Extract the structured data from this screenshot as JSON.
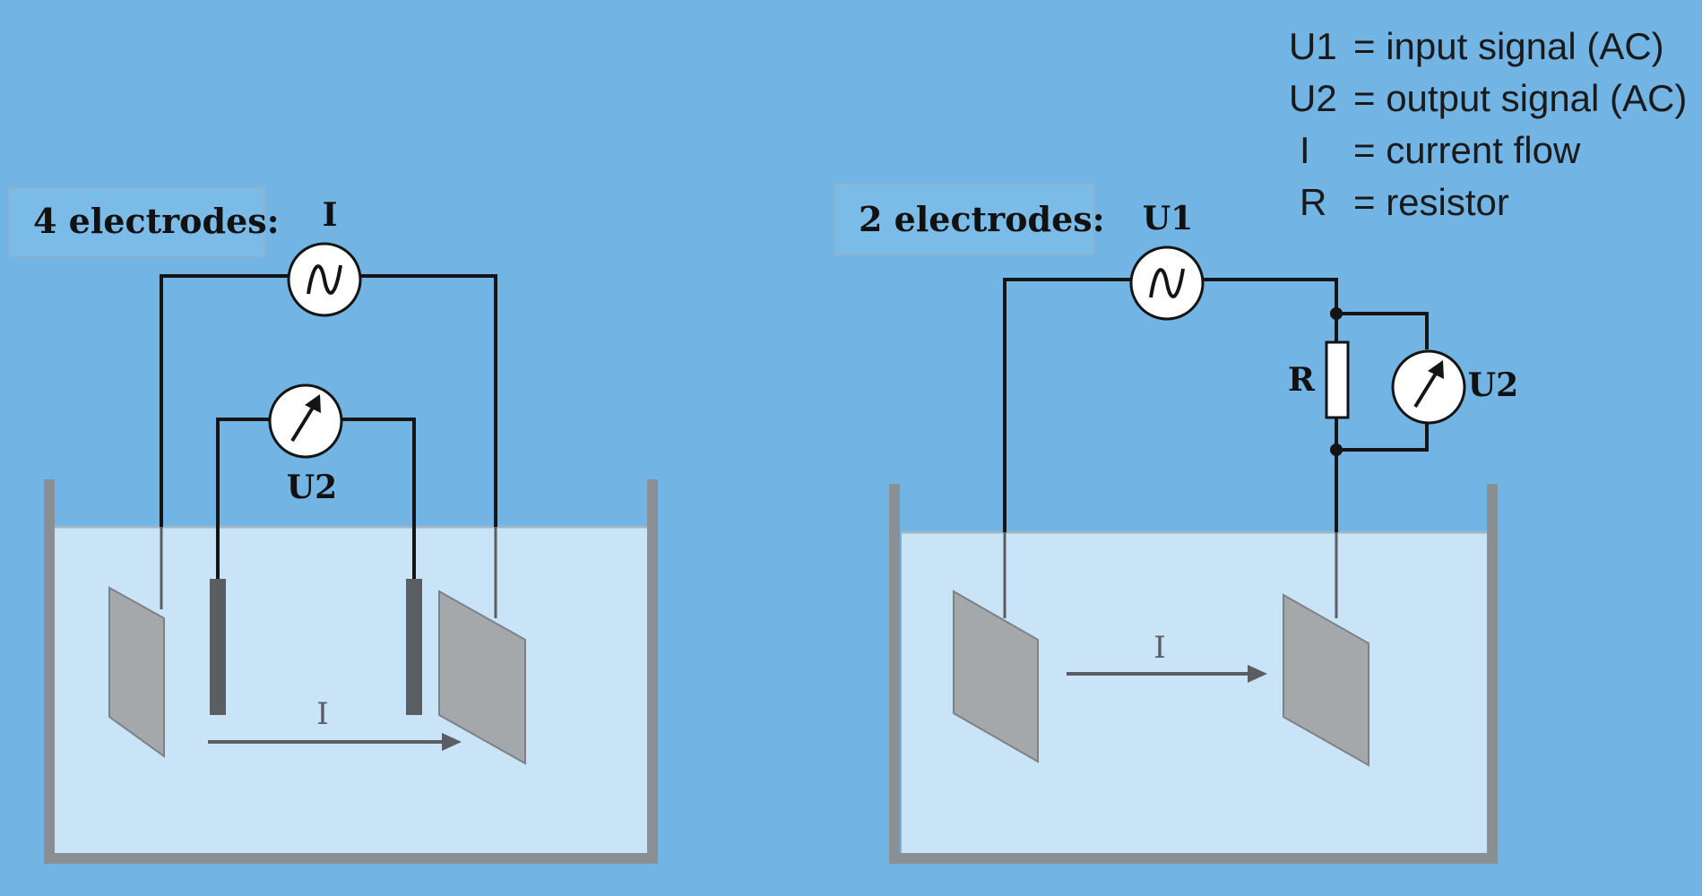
{
  "left_diagram": {
    "title": "4 electrodes:",
    "current_source_label": "I",
    "voltmeter_label": "U2",
    "current_arrow_label": "I"
  },
  "right_diagram": {
    "title": "2 electrodes:",
    "source_label": "U1",
    "resistor_label": "R",
    "voltmeter_label": "U2",
    "current_arrow_label": "I"
  },
  "legend": [
    {
      "symbol": "U1",
      "definition": "= input signal (AC)"
    },
    {
      "symbol": "U2",
      "definition": "= output signal (AC)"
    },
    {
      "symbol": "I",
      "definition": "= current flow"
    },
    {
      "symbol": "R",
      "definition": "= resistor"
    }
  ],
  "colors": {
    "background": "#72b4e4",
    "water": "#c9e4f7",
    "container": "#8a8f94",
    "plate": "#a5a8ab",
    "probe": "#5a5e62",
    "wire": "#141414"
  }
}
